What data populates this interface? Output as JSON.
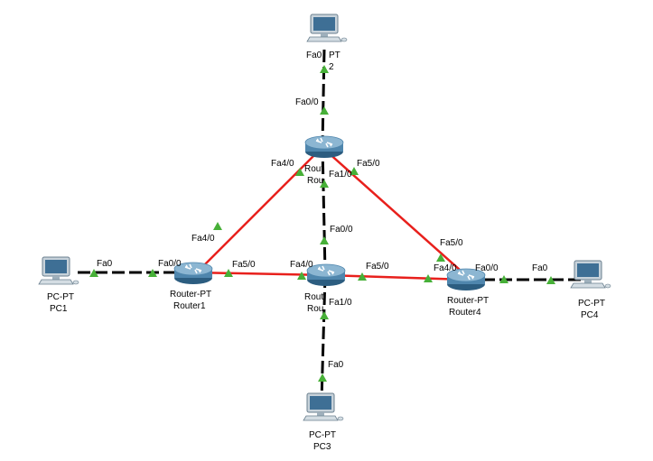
{
  "colors": {
    "background": "#ffffff",
    "router_link": "#e8201c",
    "pc_link": "#000000",
    "link_up_indicator": "#47b038",
    "router_body": "#5b8fb0",
    "pc_screen": "#3e6f95"
  },
  "devices": {
    "router1": {
      "model": "Router-PT",
      "name": "Router1",
      "icon": "router-icon"
    },
    "router2": {
      "model": "Rout",
      "name": "Rou",
      "icon": "router-icon"
    },
    "router3": {
      "model": "Rout",
      "name": "Rou",
      "icon": "router-icon"
    },
    "router4": {
      "model": "Router-PT",
      "name": "Router4",
      "icon": "router-icon"
    },
    "pc1": {
      "model": "PC-PT",
      "name": "PC1",
      "icon": "pc-icon"
    },
    "pc2": {
      "model": "PT",
      "name": "2",
      "icon": "pc-icon"
    },
    "pc3": {
      "model": "PC-PT",
      "name": "PC3",
      "icon": "pc-icon"
    },
    "pc4": {
      "model": "PC-PT",
      "name": "PC4",
      "icon": "pc-icon"
    }
  },
  "links": {
    "pc1_router1": {
      "a": "Fa0",
      "b": "Fa0/0",
      "type": "straight"
    },
    "router1_router3": {
      "a": "Fa5/0",
      "b": "Fa4/0",
      "type": "crossover"
    },
    "router1_router2": {
      "a": "Fa4/0",
      "b": "Fa4/0",
      "type": "crossover"
    },
    "router2_router3": {
      "a": "Fa1/0",
      "b": "Fa0/0",
      "type": "straight"
    },
    "router2_router4": {
      "a": "Fa5/0",
      "b": "Fa5/0",
      "type": "crossover"
    },
    "router3_router4": {
      "a": "Fa5/0",
      "b": "Fa4/0",
      "type": "crossover"
    },
    "router4_pc4": {
      "a": "Fa0/0",
      "b": "Fa0",
      "type": "straight"
    },
    "pc2_router2": {
      "a": "Fa0",
      "b": "Fa0/0",
      "type": "straight"
    },
    "router3_pc3": {
      "a": "Fa1/0",
      "b": "Fa0",
      "type": "straight"
    }
  }
}
